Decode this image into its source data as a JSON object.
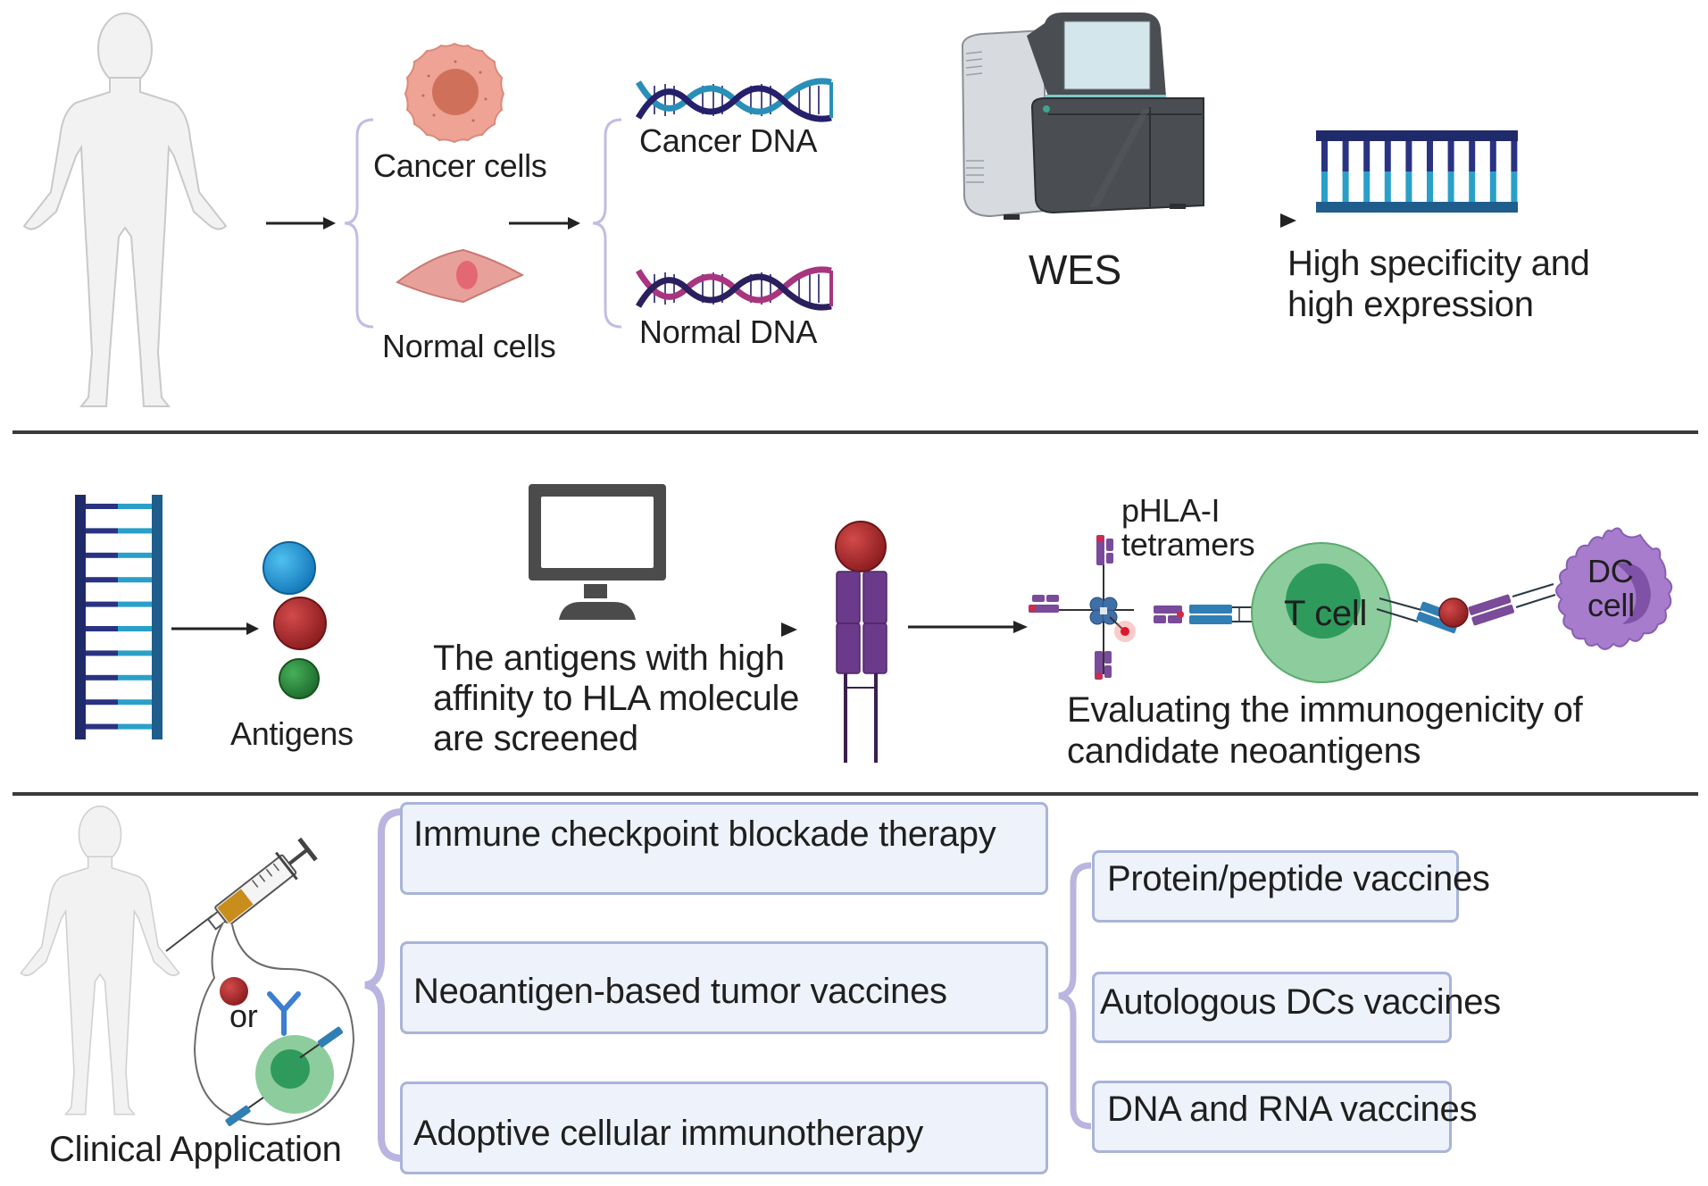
{
  "figure": {
    "title": "Neoantigen identification workflow and clinical application",
    "colors": {
      "divider": "#3a3a3a",
      "brace": "#b9b4e0",
      "box_fill": "#eef2fa",
      "box_border": "#a9b4d9",
      "cancer_cell": "#e8998c",
      "normal_cell": "#e59a94",
      "dna_dark": "#25206b",
      "dna_cancer": "#2a8fb8",
      "dna_normal": "#a8357f",
      "t_cell": "#8ccc9a",
      "t_cell_nucleus": "#2e9a5c",
      "dc_cell": "#a77ccc",
      "hla_purple": "#6b3a8a",
      "antigen_red": "#a8262a",
      "antigen_blue": "#1e9bd7",
      "antigen_green": "#2d8a3e"
    }
  },
  "section_sequencing": {
    "human_icon": "human-body-icon",
    "cancer_cells_label": "Cancer cells",
    "normal_cells_label": "Normal cells",
    "cancer_dna_label": "Cancer DNA",
    "normal_dna_label": "Normal DNA",
    "sequencer_icon": "sequencer-icon",
    "method_label": "WES",
    "result_label_line1": "High specificity and",
    "result_label_line2": "high expression"
  },
  "section_screening": {
    "antigens_label": "Antigens",
    "computer_icon": "computer-monitor-icon",
    "screen_label_line1": "The antigens with high",
    "screen_label_line2": "affinity to HLA molecule",
    "screen_label_line3": "are screened",
    "tetramer_label_line1": "pHLA-I",
    "tetramer_label_line2": "tetramers",
    "t_cell_label": "T cell",
    "dc_cell_label_line1": "DC",
    "dc_cell_label_line2": "cell",
    "evaluate_label_line1": "Evaluating the immunogenicity of",
    "evaluate_label_line2": "candidate neoantigens"
  },
  "section_clinical": {
    "title": "Clinical Application",
    "or_label": "or",
    "therapies": [
      "Immune checkpoint blockade therapy",
      "Neoantigen-based tumor vaccines",
      "Adoptive cellular immunotherapy"
    ],
    "vaccine_types": [
      "Protein/peptide vaccines",
      "Autologous DCs vaccines",
      "DNA and RNA vaccines"
    ]
  }
}
